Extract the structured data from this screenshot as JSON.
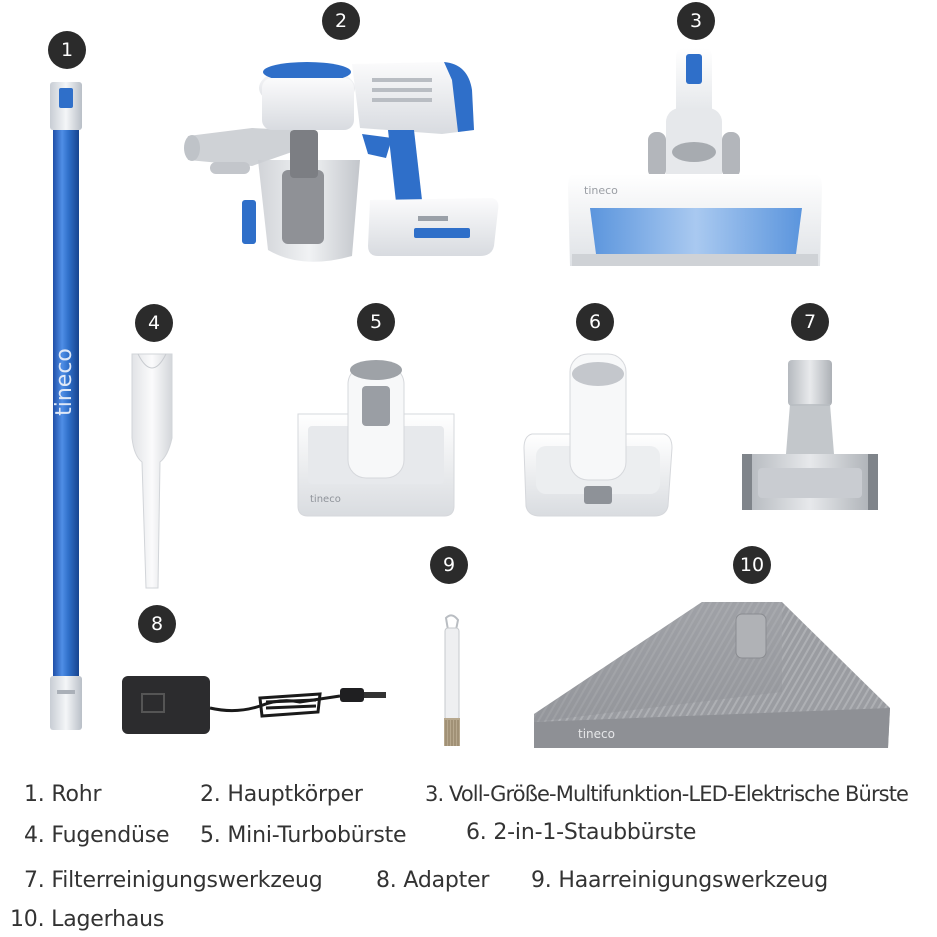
{
  "badges": [
    "1",
    "2",
    "3",
    "4",
    "5",
    "6",
    "7",
    "8",
    "9",
    "10"
  ],
  "brand": "tineco",
  "captions": [
    "1. Rohr",
    "2. Hauptkörper",
    "3. Voll-Größe-Multifunktion-LED-Elektrische Bürste",
    "4. Fugendüse",
    "5. Mini-Turbobürste",
    "6. 2-in-1-Staubbürste",
    "7. Filterreinigungswerkzeug",
    "8. Adapter",
    "9. Haarreinigungswerkzeug",
    "10. Lagerhaus"
  ],
  "colors": {
    "blue": "#2f6fc9",
    "badge": "#2b2b2b",
    "grey": "#8f8f93",
    "light": "#e9eaec"
  }
}
